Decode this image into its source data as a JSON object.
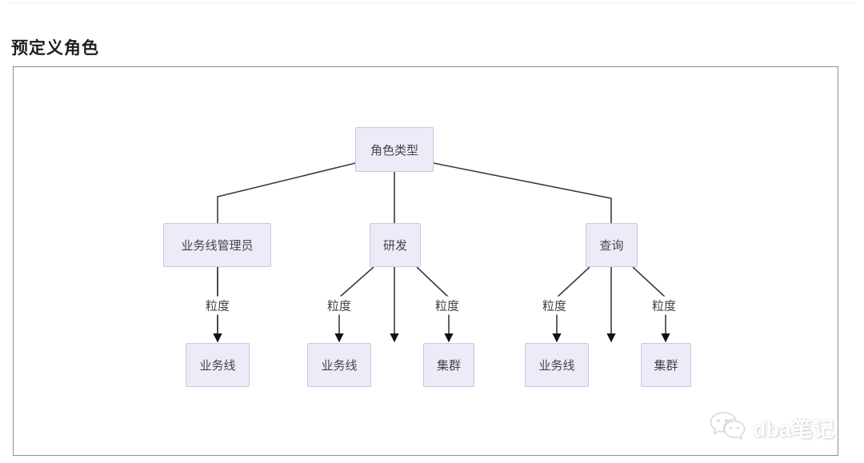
{
  "page": {
    "title": "预定义角色"
  },
  "diagram": {
    "nodes": {
      "root": {
        "label": "角色类型"
      },
      "admin": {
        "label": "业务线管理员"
      },
      "dev": {
        "label": "研发"
      },
      "query": {
        "label": "查询"
      },
      "admin_leaf1": {
        "label": "业务线"
      },
      "dev_leaf1": {
        "label": "业务线"
      },
      "dev_leaf2": {
        "label": "集群"
      },
      "query_leaf1": {
        "label": "业务线"
      },
      "query_leaf2": {
        "label": "集群"
      }
    },
    "edges": [
      {
        "from": "角色类型",
        "to": "业务线管理员",
        "label": ""
      },
      {
        "from": "角色类型",
        "to": "研发",
        "label": ""
      },
      {
        "from": "角色类型",
        "to": "查询",
        "label": ""
      },
      {
        "from": "业务线管理员",
        "to": "业务线",
        "label": "粒度"
      },
      {
        "from": "研发",
        "to": "业务线",
        "label": "粒度"
      },
      {
        "from": "研发",
        "to": "集群",
        "label": "粒度"
      },
      {
        "from": "查询",
        "to": "业务线",
        "label": "粒度"
      },
      {
        "from": "查询",
        "to": "集群",
        "label": "粒度"
      }
    ],
    "colors": {
      "node_fill": "#ececf9",
      "node_border": "#c7c7e2",
      "line": "#3c3c3c",
      "arrow": "#111111"
    }
  },
  "watermark": {
    "text": "dba笔记",
    "icon": "wechat-icon"
  }
}
